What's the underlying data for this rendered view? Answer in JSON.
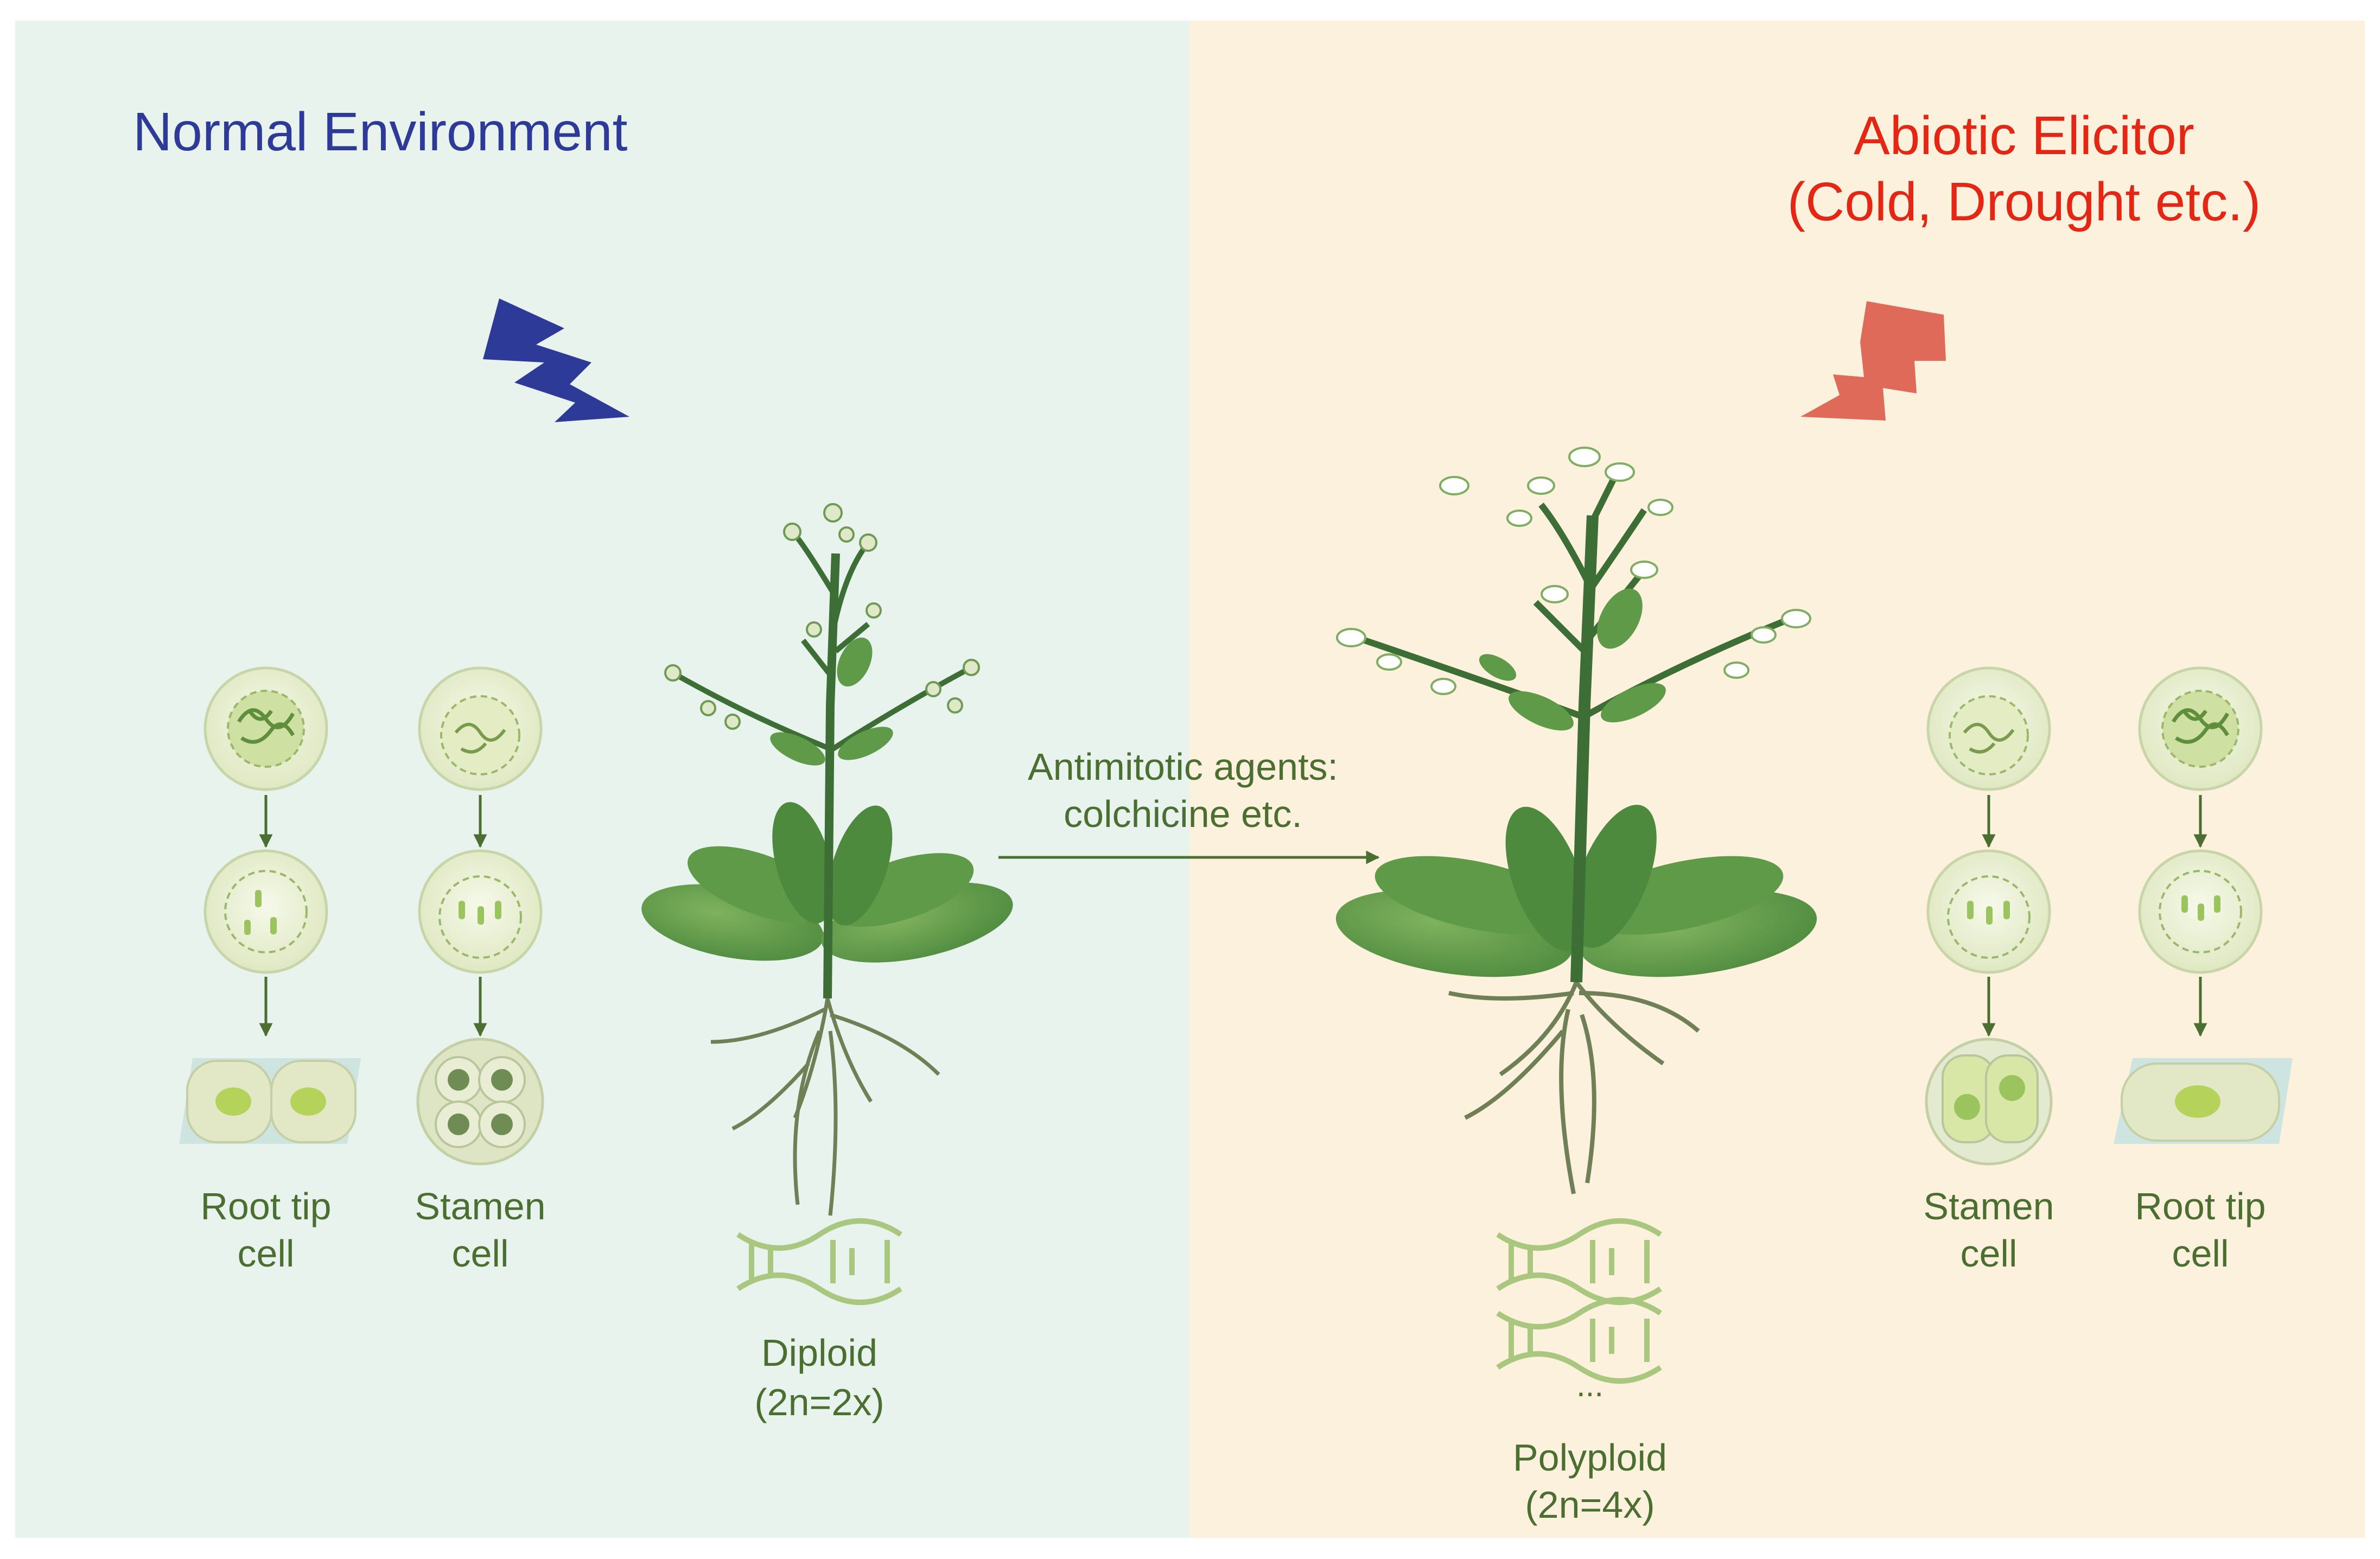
{
  "colors": {
    "left_bg": "#e8f3ee",
    "right_bg": "#fcf1dc",
    "normal_accent": "#2d3a98",
    "elicitor_accent": "#e42614",
    "elicitor_bolt": "#e06a5a",
    "text_green": "#4b6f30",
    "plant_dark": "#3d6e35",
    "plant_mid": "#5c9147",
    "plant_light": "#7fb25e",
    "root": "#6f7f56",
    "cell_fill": "#eef3d8",
    "cell_core": "#c9dca0",
    "dna": "#a9c77e"
  },
  "left_panel": {
    "title": "Normal Environment",
    "columns": [
      {
        "label_line1": "Root tip",
        "label_line2": "cell"
      },
      {
        "label_line1": "Stamen",
        "label_line2": "cell"
      }
    ],
    "ploidy": {
      "name": "Diploid",
      "formula": "(2n=2x)"
    }
  },
  "arrow_label": {
    "line1": "Antimitotic agents:",
    "line2": "colchicine etc."
  },
  "right_panel": {
    "title_line1": "Abiotic Elicitor",
    "title_line2": "(Cold, Drought etc.)",
    "columns": [
      {
        "label_line1": "Stamen",
        "label_line2": "cell"
      },
      {
        "label_line1": "Root tip",
        "label_line2": "cell"
      }
    ],
    "ploidy": {
      "name": "Polyploid",
      "formula": "(2n=4x)",
      "ellipsis": "..."
    }
  }
}
